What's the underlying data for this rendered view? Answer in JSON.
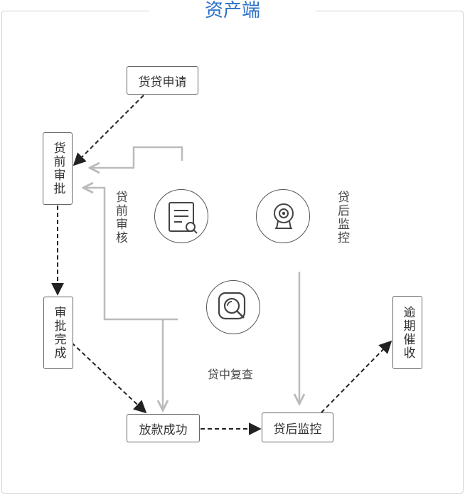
{
  "title": "资产端",
  "boxes": {
    "apply": "货贷申请",
    "pre_approve": "货前审批",
    "approve_done": "审批完成",
    "loan_success": "放款成功",
    "post_monitor": "贷后监控",
    "overdue_collect": "逾期催收"
  },
  "side_labels": {
    "pre_review": "贷前审核",
    "post_monitor": "贷后监控",
    "mid_review": "贷中复查"
  },
  "icons": {
    "pre_review": "document-search-icon",
    "post_monitor": "webcam-icon",
    "mid_review": "magnifier-icon"
  },
  "colors": {
    "title": "#2a6fc9",
    "dashed_flow": "#222222",
    "solid_flow": "#bbbbbb",
    "box_border": "#666666"
  }
}
